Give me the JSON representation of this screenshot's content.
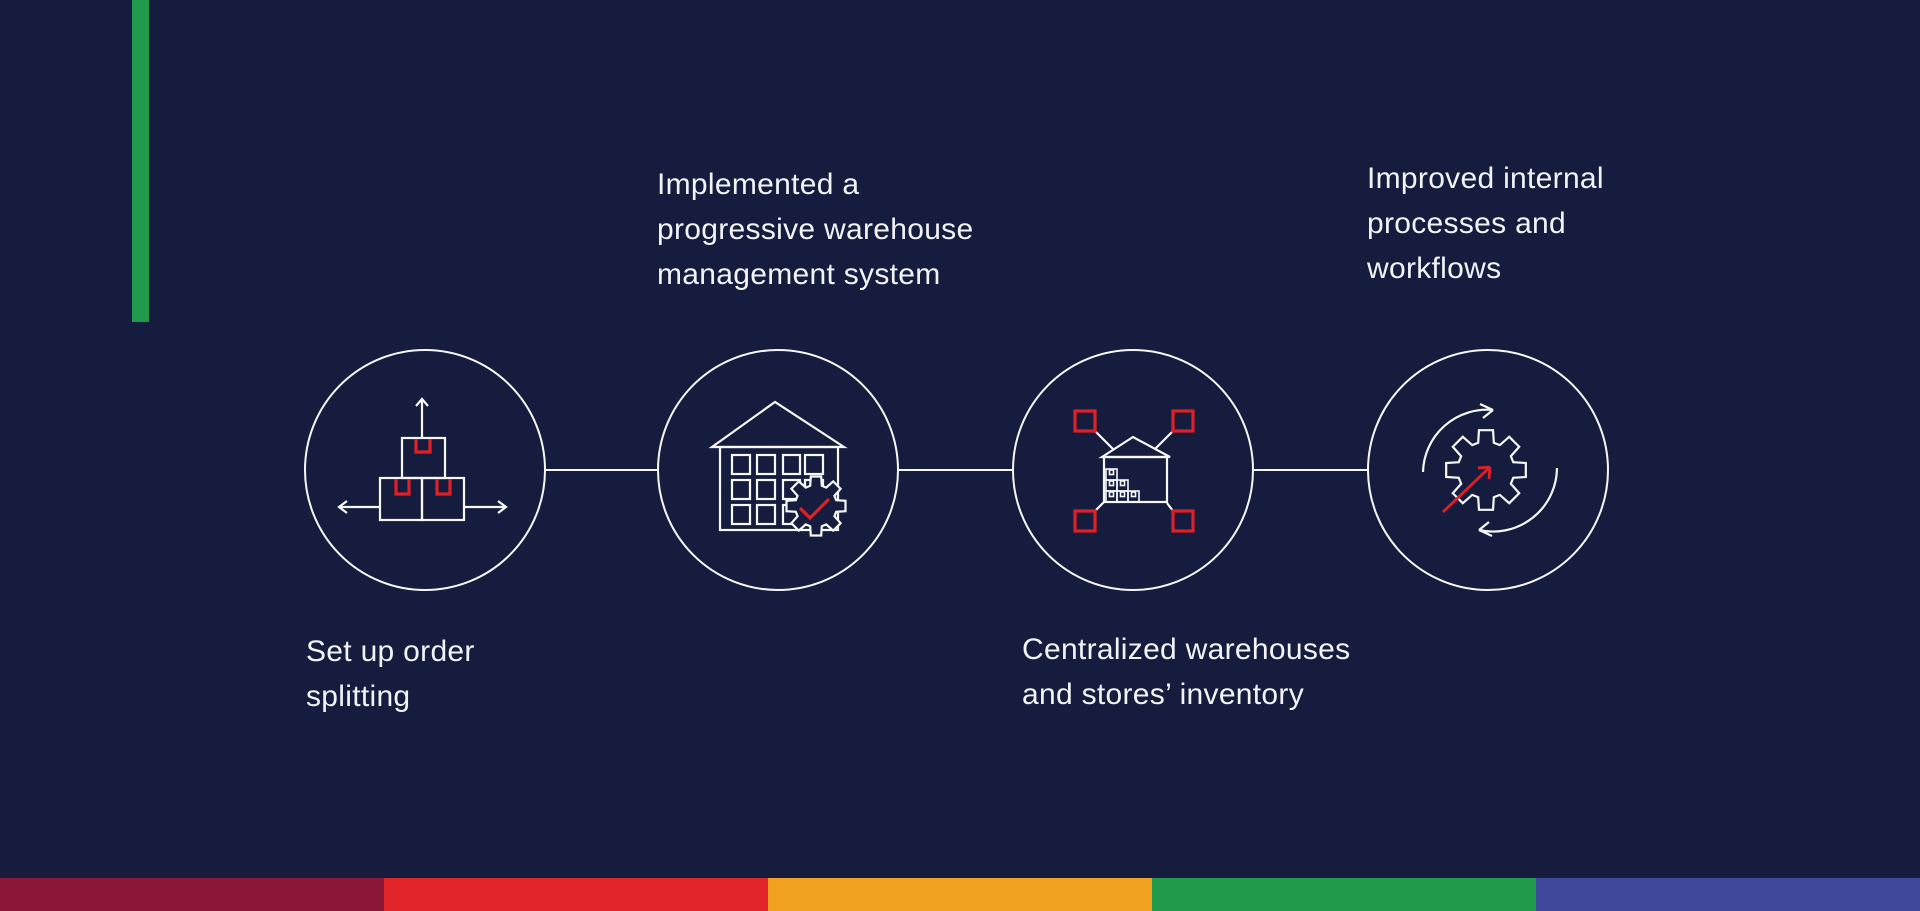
{
  "theme": {
    "background": "#161C3E",
    "line_color": "#F7F8FA",
    "accent_red": "#E11F26",
    "accent_green": "#219A4B",
    "text_color": "#F2F4F8"
  },
  "accent_bar": {
    "style": "background:#219A4B"
  },
  "steps": [
    {
      "label": "Set up order\nsplitting",
      "icon": "order-splitting-boxes-icon",
      "label_position": "below"
    },
    {
      "label": "Implemented a\nprogressive warehouse\nmanagement system",
      "icon": "warehouse-management-icon",
      "label_position": "above"
    },
    {
      "label": "Centralized warehouses\nand stores’ inventory",
      "icon": "centralized-inventory-icon",
      "label_position": "below"
    },
    {
      "label": "Improved internal\nprocesses and\nworkflows",
      "icon": "process-improvement-icon",
      "label_position": "above"
    }
  ],
  "footer_bar": {
    "segments": [
      {
        "name": "maroon",
        "style": "background:#8B1638"
      },
      {
        "name": "red",
        "style": "background:#E2242B"
      },
      {
        "name": "orange",
        "style": "background:#EFA11F"
      },
      {
        "name": "green",
        "style": "background:#219A4B"
      },
      {
        "name": "blue",
        "style": "background:#3F489A"
      }
    ]
  }
}
